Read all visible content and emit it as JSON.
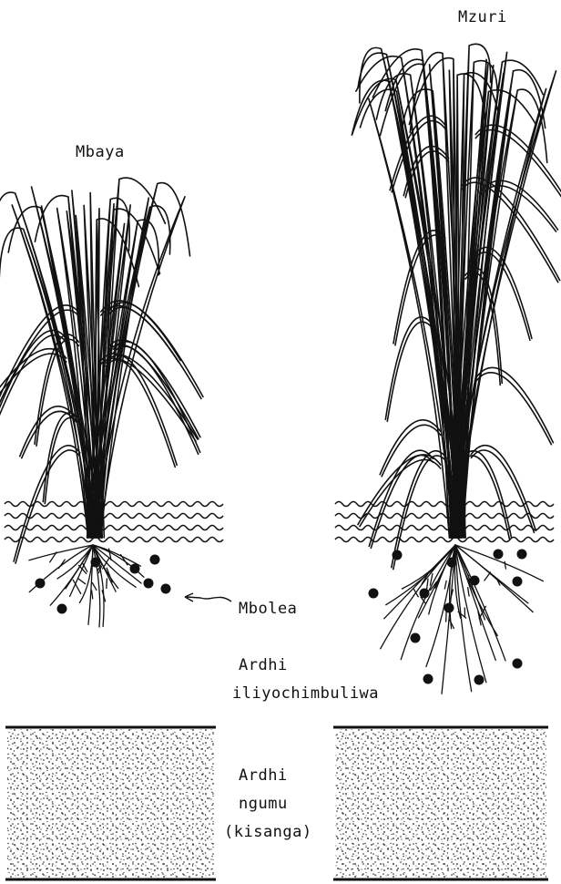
{
  "labels": {
    "bad": "Mbaya",
    "good": "Mzuri",
    "fertilizer": "Mbolea",
    "plowed_soil_line1": "Ardhi",
    "plowed_soil_line2": "iliyochimbuliwa",
    "hard_soil_line1": "Ardhi",
    "hard_soil_line2": "ngumu",
    "hard_soil_line3": "(kisanga)"
  },
  "colors": {
    "ink": "#111111",
    "background": "#ffffff"
  }
}
